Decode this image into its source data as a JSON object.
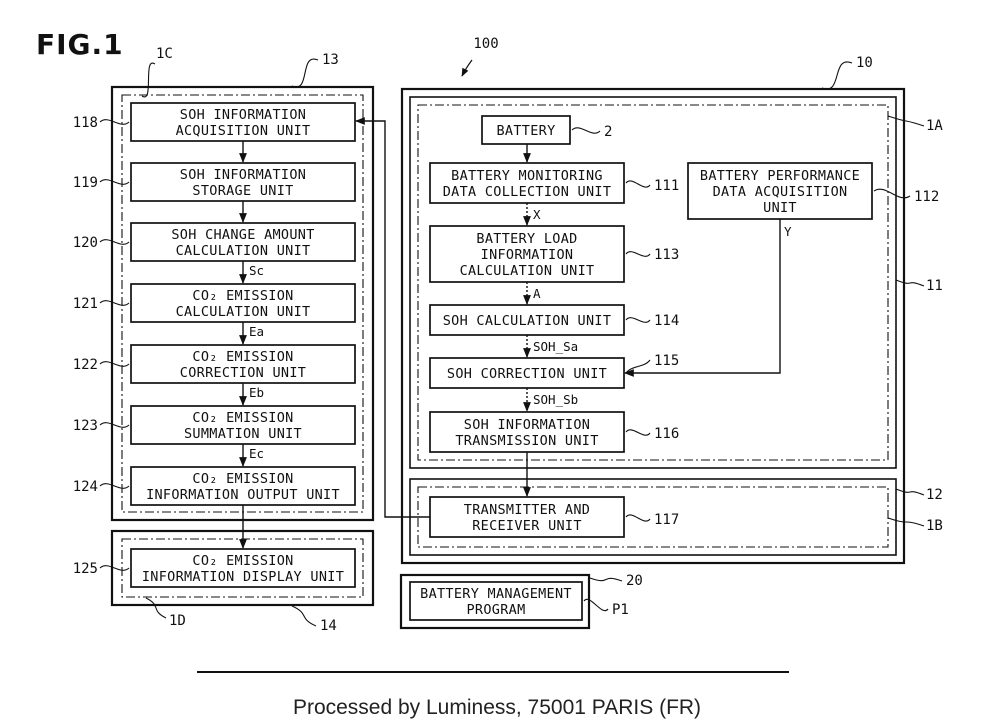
{
  "figure_title": "FIG.1",
  "system_ref": "100",
  "groups": {
    "g13": "13",
    "g1C": "1C",
    "g14": "14",
    "g1D": "1D",
    "g10": "10",
    "g1A": "1A",
    "g11": "11",
    "g12": "12",
    "g1B": "1B",
    "g20": "20"
  },
  "left_blocks": [
    {
      "ref": "118",
      "lines": [
        "SOH INFORMATION",
        "ACQUISITION UNIT"
      ]
    },
    {
      "ref": "119",
      "lines": [
        "SOH INFORMATION",
        "STORAGE UNIT"
      ]
    },
    {
      "ref": "120",
      "lines": [
        "SOH CHANGE AMOUNT",
        "CALCULATION UNIT"
      ]
    },
    {
      "ref": "121",
      "lines": [
        "CO₂ EMISSION",
        "CALCULATION UNIT"
      ]
    },
    {
      "ref": "122",
      "lines": [
        "CO₂ EMISSION",
        "CORRECTION UNIT"
      ]
    },
    {
      "ref": "123",
      "lines": [
        "CO₂ EMISSION",
        "SUMMATION UNIT"
      ]
    },
    {
      "ref": "124",
      "lines": [
        "CO₂ EMISSION",
        "INFORMATION OUTPUT UNIT"
      ]
    },
    {
      "ref": "125",
      "lines": [
        "CO₂ EMISSION",
        "INFORMATION DISPLAY UNIT"
      ]
    }
  ],
  "left_signals": [
    "Sc",
    "Ea",
    "Eb",
    "Ec"
  ],
  "right_blocks": {
    "battery": {
      "ref": "2",
      "lines": [
        "BATTERY"
      ]
    },
    "monitoring": {
      "ref": "111",
      "lines": [
        "BATTERY MONITORING",
        "DATA COLLECTION UNIT"
      ]
    },
    "performance": {
      "ref": "112",
      "lines": [
        "BATTERY PERFORMANCE",
        "DATA ACQUISITION",
        "UNIT"
      ]
    },
    "load": {
      "ref": "113",
      "lines": [
        "BATTERY LOAD",
        "INFORMATION",
        "CALCULATION UNIT"
      ]
    },
    "soh_calc": {
      "ref": "114",
      "lines": [
        "SOH CALCULATION UNIT"
      ]
    },
    "soh_corr": {
      "ref": "115",
      "lines": [
        "SOH CORRECTION UNIT"
      ]
    },
    "soh_tx": {
      "ref": "116",
      "lines": [
        "SOH INFORMATION",
        "TRANSMISSION UNIT"
      ]
    },
    "trx": {
      "ref": "117",
      "lines": [
        "TRANSMITTER AND",
        "RECEIVER UNIT"
      ]
    },
    "program": {
      "ref": "P1",
      "lines": [
        "BATTERY MANAGEMENT",
        "PROGRAM"
      ]
    }
  },
  "right_signals": {
    "x": "X",
    "y": "Y",
    "a": "A",
    "soh_sa": "SOH_Sa",
    "soh_sb": "SOH_Sb"
  },
  "footer": "Processed by Luminess, 75001 PARIS (FR)"
}
